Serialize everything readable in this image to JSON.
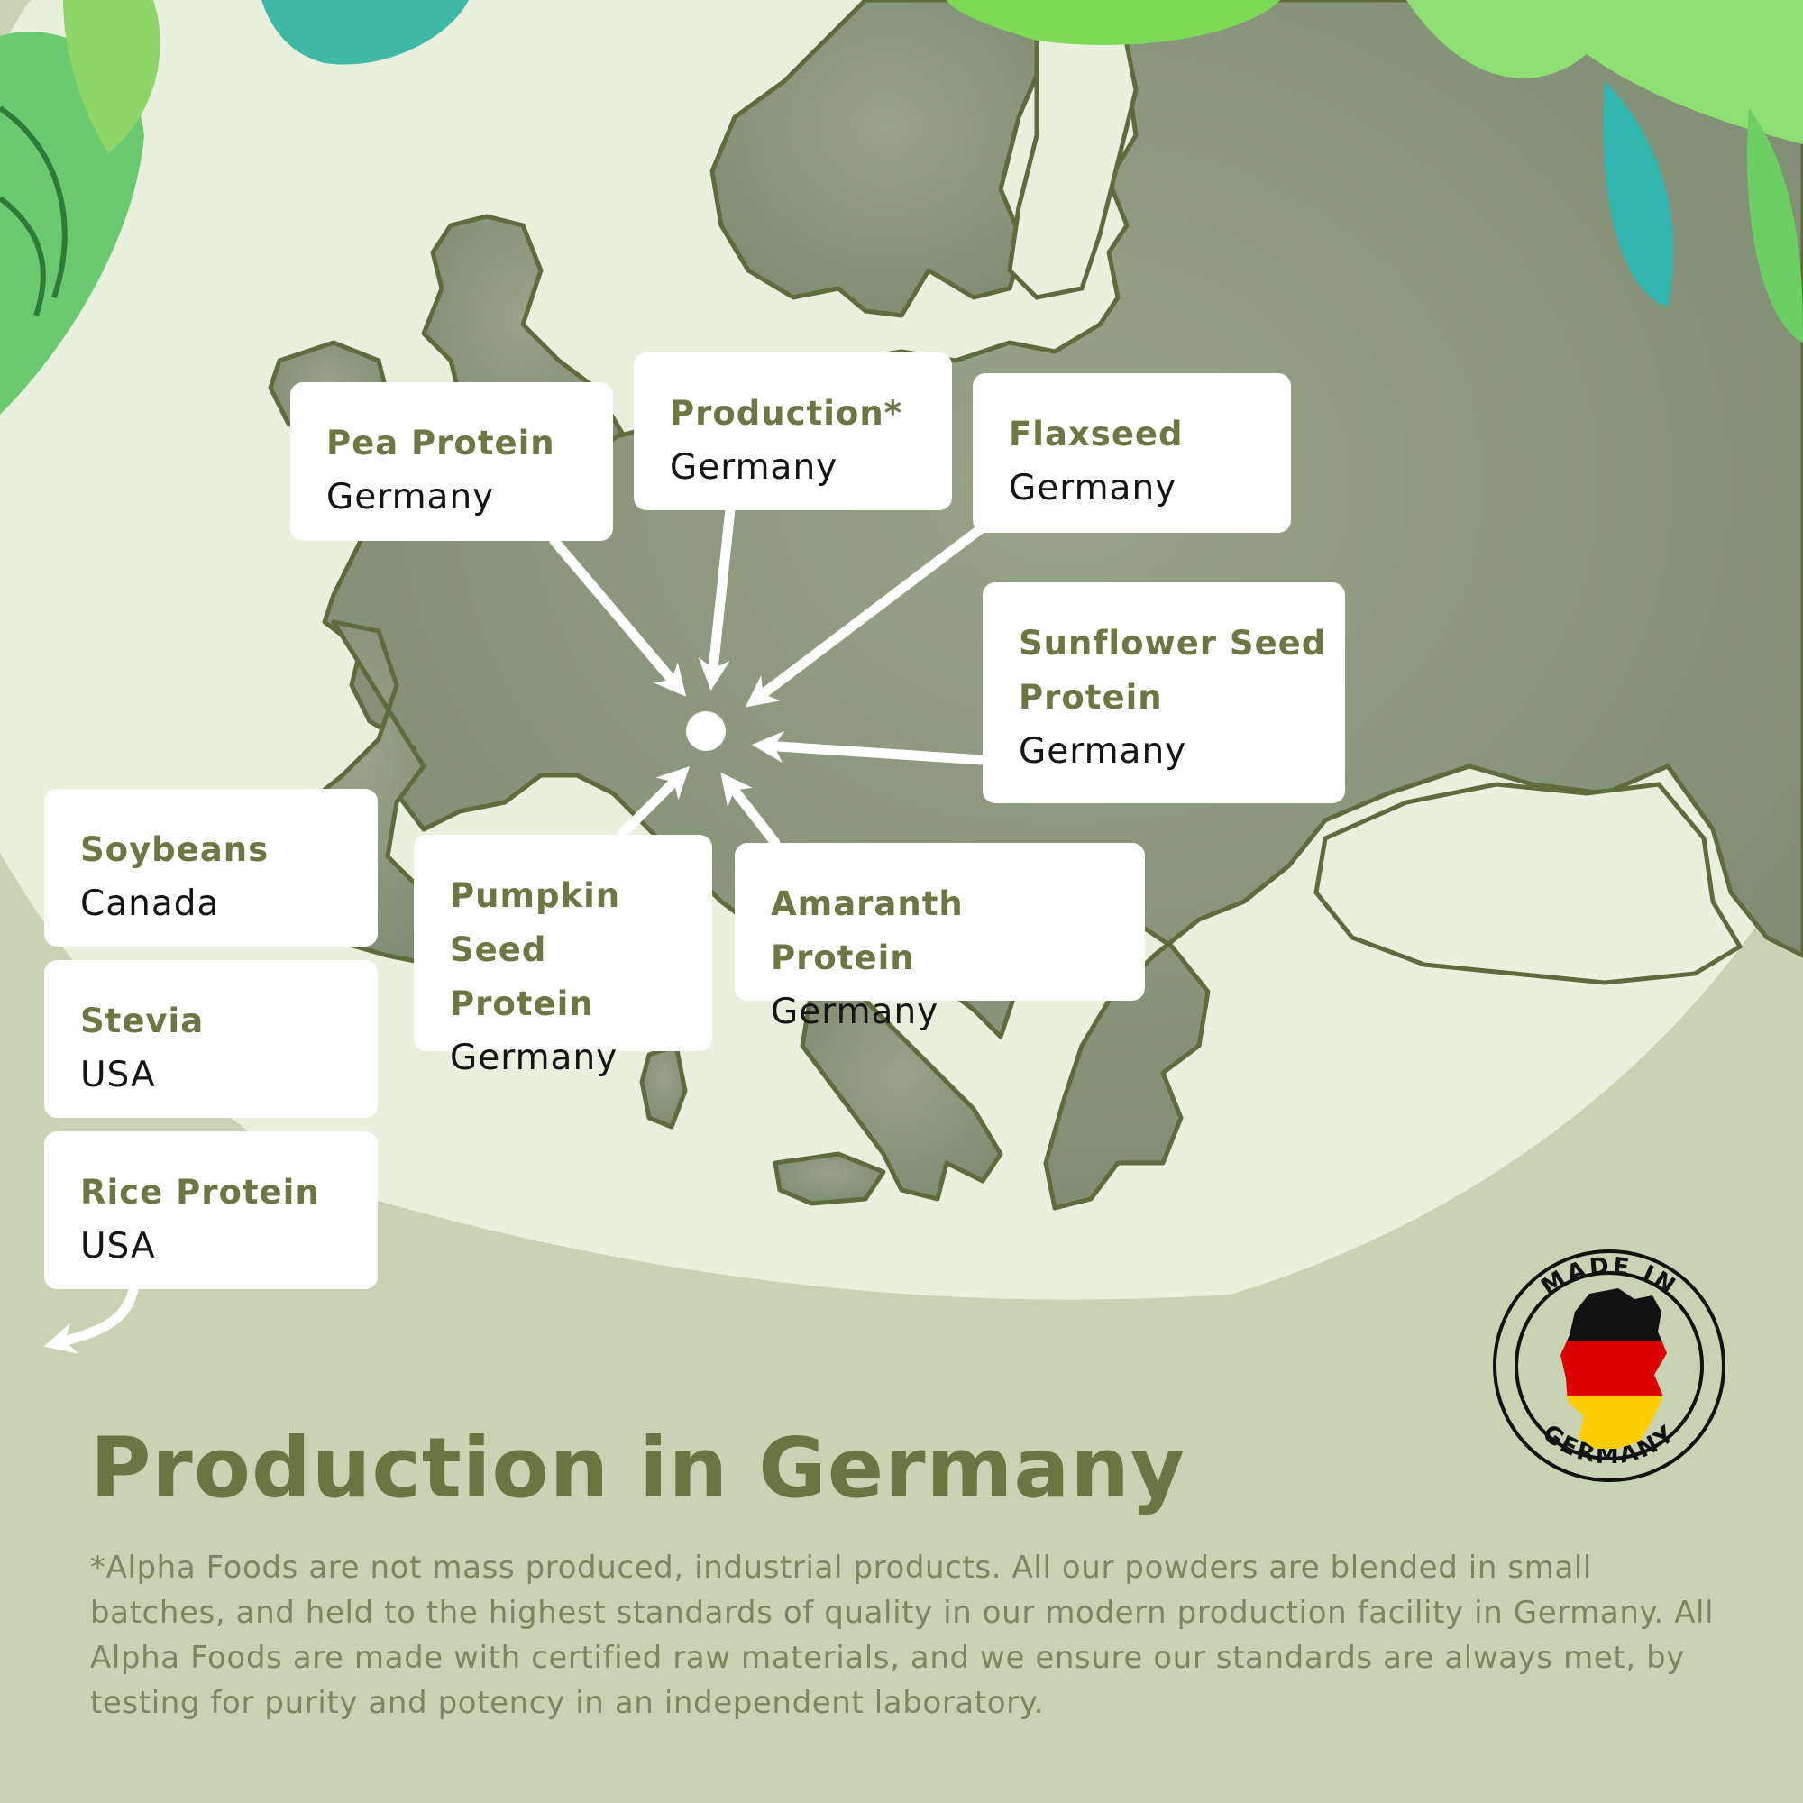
{
  "cards": [
    {
      "ingredient": "Pea Protein",
      "origin": "Germany"
    },
    {
      "ingredient": "Production*",
      "origin": "Germany"
    },
    {
      "ingredient": "Flaxseed",
      "origin": "Germany"
    },
    {
      "ingredient": "Sunflower Seed Protein",
      "origin": "Germany"
    },
    {
      "ingredient": "Soybeans",
      "origin": "Canada"
    },
    {
      "ingredient": "Pumpkin Seed Protein",
      "origin": "Germany"
    },
    {
      "ingredient": "Amaranth Protein",
      "origin": "Germany"
    },
    {
      "ingredient": "Stevia",
      "origin": "USA"
    },
    {
      "ingredient": "Rice Protein",
      "origin": "USA"
    }
  ],
  "title": "Production in Germany",
  "footnote": "*Alpha Foods are not mass produced, industrial products. All our powders are blended in small batches, and held to the highest standards of quality in our modern production facility in Germany. All Alpha Foods are made with certified raw materials, and we ensure our standards are always met, by testing for purity and potency in an independent laboratory.",
  "badge": {
    "top_text": "MADE IN",
    "bottom_text": "GERMANY"
  },
  "colors": {
    "background": "#c8d3b3",
    "globe": "#e9f0de",
    "land": "#8d9a80",
    "coast": "#5f6b3c",
    "accent_text": "#6e7743",
    "flag_black": "#111111",
    "flag_red": "#dd0000",
    "flag_gold": "#ffce00"
  },
  "icons": [
    "monstera-leaf-icon",
    "palm-leaf-icon",
    "germany-flag-map-icon",
    "arrow-icon"
  ]
}
